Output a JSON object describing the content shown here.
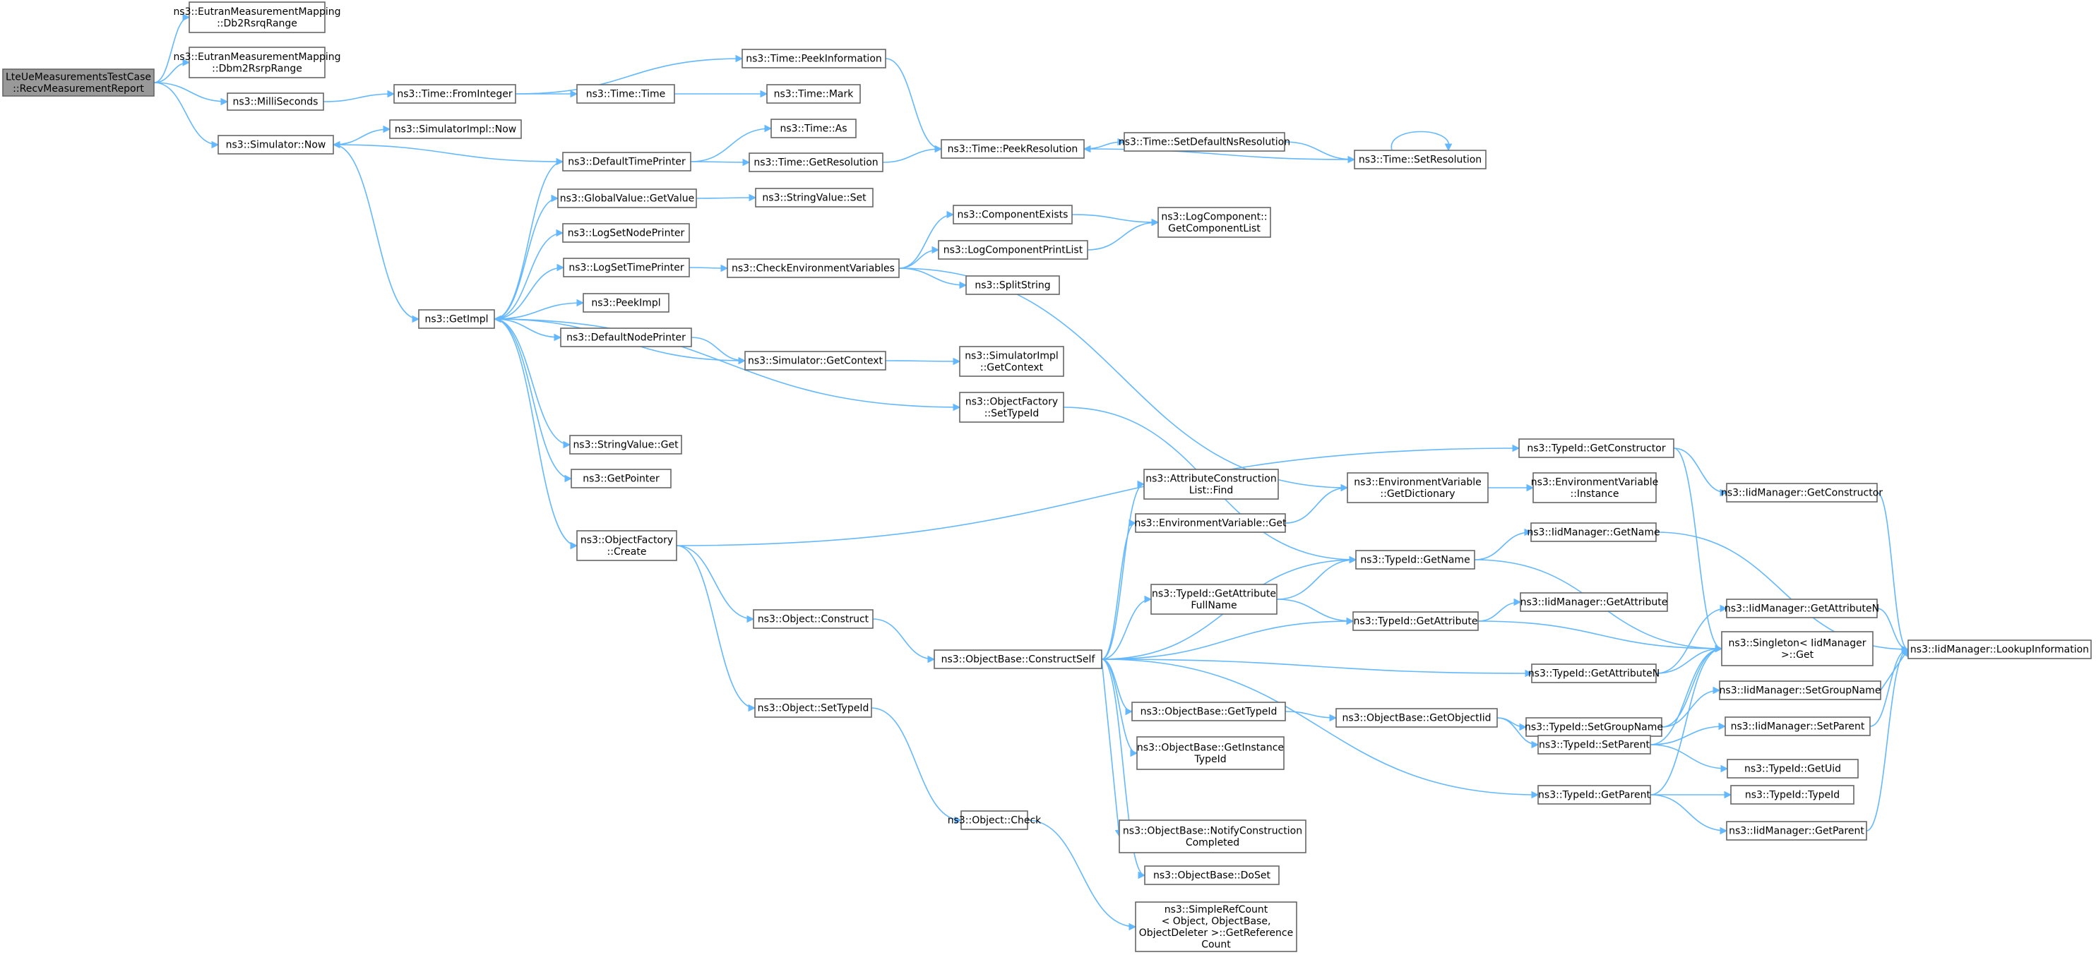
{
  "nodes": [
    {
      "id": "root",
      "lines": [
        "LteUeMeasurementsTestCase",
        "::RecvMeasurementReport"
      ]
    },
    {
      "id": "db2rsrq",
      "lines": [
        "ns3::EutranMeasurementMapping",
        "::Db2RsrqRange"
      ]
    },
    {
      "id": "dbm2rsrp",
      "lines": [
        "ns3::EutranMeasurementMapping",
        "::Dbm2RsrpRange"
      ]
    },
    {
      "id": "millis",
      "lines": [
        "ns3::MilliSeconds"
      ]
    },
    {
      "id": "simnow",
      "lines": [
        "ns3::Simulator::Now"
      ]
    },
    {
      "id": "fromint",
      "lines": [
        "ns3::Time::FromInteger"
      ]
    },
    {
      "id": "simimplnow",
      "lines": [
        "ns3::SimulatorImpl::Now"
      ]
    },
    {
      "id": "peekinfo",
      "lines": [
        "ns3::Time::PeekInformation"
      ]
    },
    {
      "id": "timetime",
      "lines": [
        "ns3::Time::Time"
      ]
    },
    {
      "id": "mark",
      "lines": [
        "ns3::Time::Mark"
      ]
    },
    {
      "id": "as",
      "lines": [
        "ns3::Time::As"
      ]
    },
    {
      "id": "dtp",
      "lines": [
        "ns3::DefaultTimePrinter"
      ]
    },
    {
      "id": "getres",
      "lines": [
        "ns3::Time::GetResolution"
      ]
    },
    {
      "id": "peekres",
      "lines": [
        "ns3::Time::PeekResolution"
      ]
    },
    {
      "id": "setdefns",
      "lines": [
        "ns3::Time::SetDefaultNsResolution"
      ]
    },
    {
      "id": "setres",
      "lines": [
        "ns3::Time::SetResolution"
      ]
    },
    {
      "id": "gvget",
      "lines": [
        "ns3::GlobalValue::GetValue"
      ]
    },
    {
      "id": "svset",
      "lines": [
        "ns3::StringValue::Set"
      ]
    },
    {
      "id": "compexists",
      "lines": [
        "ns3::ComponentExists"
      ]
    },
    {
      "id": "logcomplist",
      "lines": [
        "ns3::LogComponent::",
        "GetComponentList"
      ]
    },
    {
      "id": "lsnp",
      "lines": [
        "ns3::LogSetNodePrinter"
      ]
    },
    {
      "id": "lcpl",
      "lines": [
        "ns3::LogComponentPrintList"
      ]
    },
    {
      "id": "lstp",
      "lines": [
        "ns3::LogSetTimePrinter"
      ]
    },
    {
      "id": "cev",
      "lines": [
        "ns3::CheckEnvironmentVariables"
      ]
    },
    {
      "id": "split",
      "lines": [
        "ns3::SplitString"
      ]
    },
    {
      "id": "peekimpl",
      "lines": [
        "ns3::PeekImpl"
      ]
    },
    {
      "id": "getimpl",
      "lines": [
        "ns3::GetImpl"
      ]
    },
    {
      "id": "dnp",
      "lines": [
        "ns3::DefaultNodePrinter"
      ]
    },
    {
      "id": "simctx",
      "lines": [
        "ns3::Simulator::GetContext"
      ]
    },
    {
      "id": "simimplctx",
      "lines": [
        "ns3::SimulatorImpl",
        "::GetContext"
      ]
    },
    {
      "id": "ofsettid",
      "lines": [
        "ns3::ObjectFactory",
        "::SetTypeId"
      ]
    },
    {
      "id": "svget",
      "lines": [
        "ns3::StringValue::Get"
      ]
    },
    {
      "id": "getptr",
      "lines": [
        "ns3::GetPointer"
      ]
    },
    {
      "id": "tidgetctor",
      "lines": [
        "ns3::TypeId::GetConstructor"
      ]
    },
    {
      "id": "aclfind",
      "lines": [
        "ns3::AttributeConstruction",
        "List::Find"
      ]
    },
    {
      "id": "envgetdict",
      "lines": [
        "ns3::EnvironmentVariable",
        "::GetDictionary"
      ]
    },
    {
      "id": "envinst",
      "lines": [
        "ns3::EnvironmentVariable",
        "::Instance"
      ]
    },
    {
      "id": "iidgetctor",
      "lines": [
        "ns3::IidManager::GetConstructor"
      ]
    },
    {
      "id": "ofcreate",
      "lines": [
        "ns3::ObjectFactory",
        "::Create"
      ]
    },
    {
      "id": "envget",
      "lines": [
        "ns3::EnvironmentVariable::Get"
      ]
    },
    {
      "id": "iidgetname",
      "lines": [
        "ns3::IidManager::GetName"
      ]
    },
    {
      "id": "tidgetname",
      "lines": [
        "ns3::TypeId::GetName"
      ]
    },
    {
      "id": "tidgafn",
      "lines": [
        "ns3::TypeId::GetAttribute",
        "FullName"
      ]
    },
    {
      "id": "iidgetattr",
      "lines": [
        "ns3::IidManager::GetAttribute"
      ]
    },
    {
      "id": "objconstruct",
      "lines": [
        "ns3::Object::Construct"
      ]
    },
    {
      "id": "tidgetattr",
      "lines": [
        "ns3::TypeId::GetAttribute"
      ]
    },
    {
      "id": "iidgetattrn",
      "lines": [
        "ns3::IidManager::GetAttributeN"
      ]
    },
    {
      "id": "obconstructself",
      "lines": [
        "ns3::ObjectBase::ConstructSelf"
      ]
    },
    {
      "id": "singleton",
      "lines": [
        "ns3::Singleton< IidManager",
        " >::Get"
      ]
    },
    {
      "id": "iidlookup",
      "lines": [
        "ns3::IidManager::LookupInformation"
      ]
    },
    {
      "id": "tidgetattrn",
      "lines": [
        "ns3::TypeId::GetAttributeN"
      ]
    },
    {
      "id": "iidsetgroup",
      "lines": [
        "ns3::IidManager::SetGroupName"
      ]
    },
    {
      "id": "objsettid",
      "lines": [
        "ns3::Object::SetTypeId"
      ]
    },
    {
      "id": "obgettid",
      "lines": [
        "ns3::ObjectBase::GetTypeId"
      ]
    },
    {
      "id": "obgetoid",
      "lines": [
        "ns3::ObjectBase::GetObjectIid"
      ]
    },
    {
      "id": "tidsetgroup",
      "lines": [
        "ns3::TypeId::SetGroupName"
      ]
    },
    {
      "id": "iidsetparent",
      "lines": [
        "ns3::IidManager::SetParent"
      ]
    },
    {
      "id": "tidsetparent",
      "lines": [
        "ns3::TypeId::SetParent"
      ]
    },
    {
      "id": "obgetinst",
      "lines": [
        "ns3::ObjectBase::GetInstance",
        "TypeId"
      ]
    },
    {
      "id": "tidgetuid",
      "lines": [
        "ns3::TypeId::GetUid"
      ]
    },
    {
      "id": "tidgetparent",
      "lines": [
        "ns3::TypeId::GetParent"
      ]
    },
    {
      "id": "tidtid",
      "lines": [
        "ns3::TypeId::TypeId"
      ]
    },
    {
      "id": "objcheck",
      "lines": [
        "ns3::Object::Check"
      ]
    },
    {
      "id": "iidgetparent",
      "lines": [
        "ns3::IidManager::GetParent"
      ]
    },
    {
      "id": "obnotify",
      "lines": [
        "ns3::ObjectBase::NotifyConstruction",
        "Completed"
      ]
    },
    {
      "id": "obdoset",
      "lines": [
        "ns3::ObjectBase::DoSet"
      ]
    },
    {
      "id": "srcgetref",
      "lines": [
        "ns3::SimpleRefCount",
        "< Object, ObjectBase,",
        " ObjectDeleter >::GetReference",
        "Count"
      ]
    }
  ],
  "edges": [
    [
      "root",
      "db2rsrq"
    ],
    [
      "root",
      "dbm2rsrp"
    ],
    [
      "root",
      "millis"
    ],
    [
      "root",
      "simnow"
    ],
    [
      "millis",
      "fromint"
    ],
    [
      "fromint",
      "peekinfo"
    ],
    [
      "fromint",
      "timetime"
    ],
    [
      "timetime",
      "mark"
    ],
    [
      "peekinfo",
      "peekres"
    ],
    [
      "simnow",
      "simimplnow"
    ],
    [
      "simnow",
      "getimpl"
    ],
    [
      "dtp",
      "simnow"
    ],
    [
      "dtp",
      "as"
    ],
    [
      "dtp",
      "getres"
    ],
    [
      "getres",
      "peekres"
    ],
    [
      "peekres",
      "setdefns"
    ],
    [
      "setdefns",
      "setres"
    ],
    [
      "setres",
      "peekres"
    ],
    [
      "setres",
      "setres"
    ],
    [
      "getimpl",
      "dtp"
    ],
    [
      "getimpl",
      "gvget"
    ],
    [
      "getimpl",
      "lsnp"
    ],
    [
      "getimpl",
      "lstp"
    ],
    [
      "getimpl",
      "peekimpl"
    ],
    [
      "getimpl",
      "dnp"
    ],
    [
      "getimpl",
      "ofsettid"
    ],
    [
      "getimpl",
      "svget"
    ],
    [
      "getimpl",
      "getptr"
    ],
    [
      "getimpl",
      "ofcreate"
    ],
    [
      "gvget",
      "svset"
    ],
    [
      "lstp",
      "cev"
    ],
    [
      "cev",
      "compexists"
    ],
    [
      "cev",
      "lcpl"
    ],
    [
      "cev",
      "split"
    ],
    [
      "cev",
      "envgetdict"
    ],
    [
      "compexists",
      "logcomplist"
    ],
    [
      "lcpl",
      "logcomplist"
    ],
    [
      "dnp",
      "simctx"
    ],
    [
      "simctx",
      "getimpl"
    ],
    [
      "simctx",
      "simimplctx"
    ],
    [
      "ofsettid",
      "tidgetname"
    ],
    [
      "ofcreate",
      "tidgetctor"
    ],
    [
      "ofcreate",
      "objconstruct"
    ],
    [
      "ofcreate",
      "objsettid"
    ],
    [
      "tidgetctor",
      "iidgetctor"
    ],
    [
      "tidgetctor",
      "singleton"
    ],
    [
      "iidgetctor",
      "iidlookup"
    ],
    [
      "envgetdict",
      "envinst"
    ],
    [
      "envget",
      "envgetdict"
    ],
    [
      "objconstruct",
      "obconstructself"
    ],
    [
      "obconstructself",
      "aclfind"
    ],
    [
      "obconstructself",
      "envget"
    ],
    [
      "obconstructself",
      "tidgetname"
    ],
    [
      "obconstructself",
      "tidgafn"
    ],
    [
      "obconstructself",
      "tidgetattr"
    ],
    [
      "obconstructself",
      "tidgetattrn"
    ],
    [
      "obconstructself",
      "obgettid"
    ],
    [
      "obconstructself",
      "obgetinst"
    ],
    [
      "obconstructself",
      "tidgetparent"
    ],
    [
      "obconstructself",
      "obnotify"
    ],
    [
      "obconstructself",
      "obdoset"
    ],
    [
      "tidgafn",
      "tidgetname"
    ],
    [
      "tidgafn",
      "tidgetattr"
    ],
    [
      "tidgetname",
      "iidgetname"
    ],
    [
      "tidgetname",
      "singleton"
    ],
    [
      "iidgetname",
      "iidlookup"
    ],
    [
      "tidgetattr",
      "iidgetattr"
    ],
    [
      "tidgetattr",
      "singleton"
    ],
    [
      "tidgetattrn",
      "iidgetattrn"
    ],
    [
      "tidgetattrn",
      "singleton"
    ],
    [
      "iidgetattrn",
      "iidlookup"
    ],
    [
      "obgettid",
      "obgetoid"
    ],
    [
      "obgetoid",
      "tidsetgroup"
    ],
    [
      "obgetoid",
      "tidsetparent"
    ],
    [
      "tidsetgroup",
      "iidsetgroup"
    ],
    [
      "tidsetgroup",
      "singleton"
    ],
    [
      "iidsetgroup",
      "iidlookup"
    ],
    [
      "tidsetparent",
      "iidsetparent"
    ],
    [
      "tidsetparent",
      "tidgetuid"
    ],
    [
      "tidsetparent",
      "singleton"
    ],
    [
      "iidsetparent",
      "iidlookup"
    ],
    [
      "tidgetparent",
      "tidtid"
    ],
    [
      "tidgetparent",
      "iidgetparent"
    ],
    [
      "tidgetparent",
      "singleton"
    ],
    [
      "iidgetparent",
      "iidlookup"
    ],
    [
      "objsettid",
      "objcheck"
    ],
    [
      "objcheck",
      "srcgetref"
    ]
  ]
}
